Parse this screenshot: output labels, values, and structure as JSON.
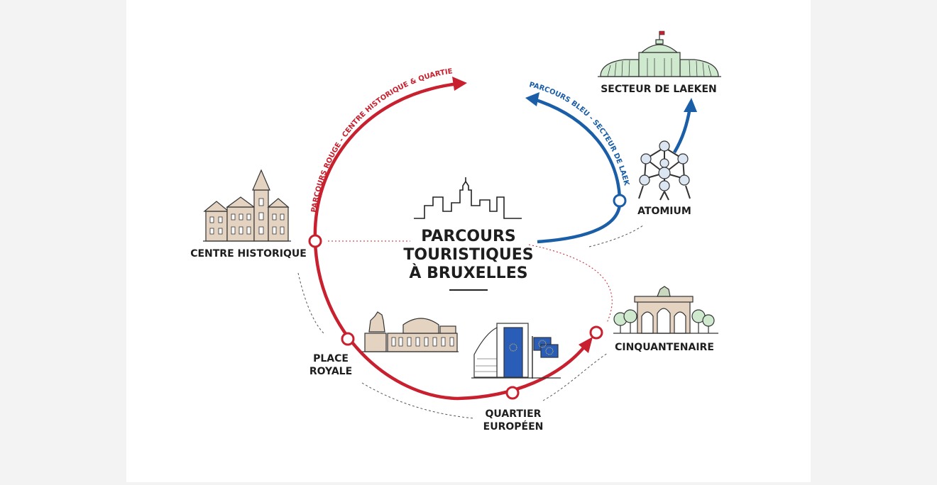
{
  "title": {
    "line1": "PARCOURS",
    "line2": "TOURISTIQUES",
    "line3": "À BRUXELLES"
  },
  "routes": {
    "red": {
      "label": "PARCOURS ROUGE - CENTRE HISTORIQUE & QUARTIER EUROPÉEN",
      "color": "#c8202e"
    },
    "blue": {
      "label": "PARCOURS BLEU - SECTEUR DE LAEKEN",
      "color": "#1a5ea8"
    }
  },
  "landmarks": {
    "centre": {
      "name": "CENTRE HISTORIQUE"
    },
    "royale": {
      "name_line1": "PLACE",
      "name_line2": "ROYALE"
    },
    "quartier": {
      "name_line1": "QUARTIER",
      "name_line2": "EUROPÉEN"
    },
    "cinq": {
      "name": "CINQUANTENAIRE"
    },
    "atomium": {
      "name": "ATOMIUM"
    },
    "laeken": {
      "name": "SECTEUR DE LAEKEN"
    }
  },
  "colors": {
    "building": "#e4d3c0",
    "greenhouse": "#cfe9cf",
    "eu_blue": "#2a5db8",
    "atomium_blue": "#dce6f3",
    "flag_red": "#c8202e"
  }
}
